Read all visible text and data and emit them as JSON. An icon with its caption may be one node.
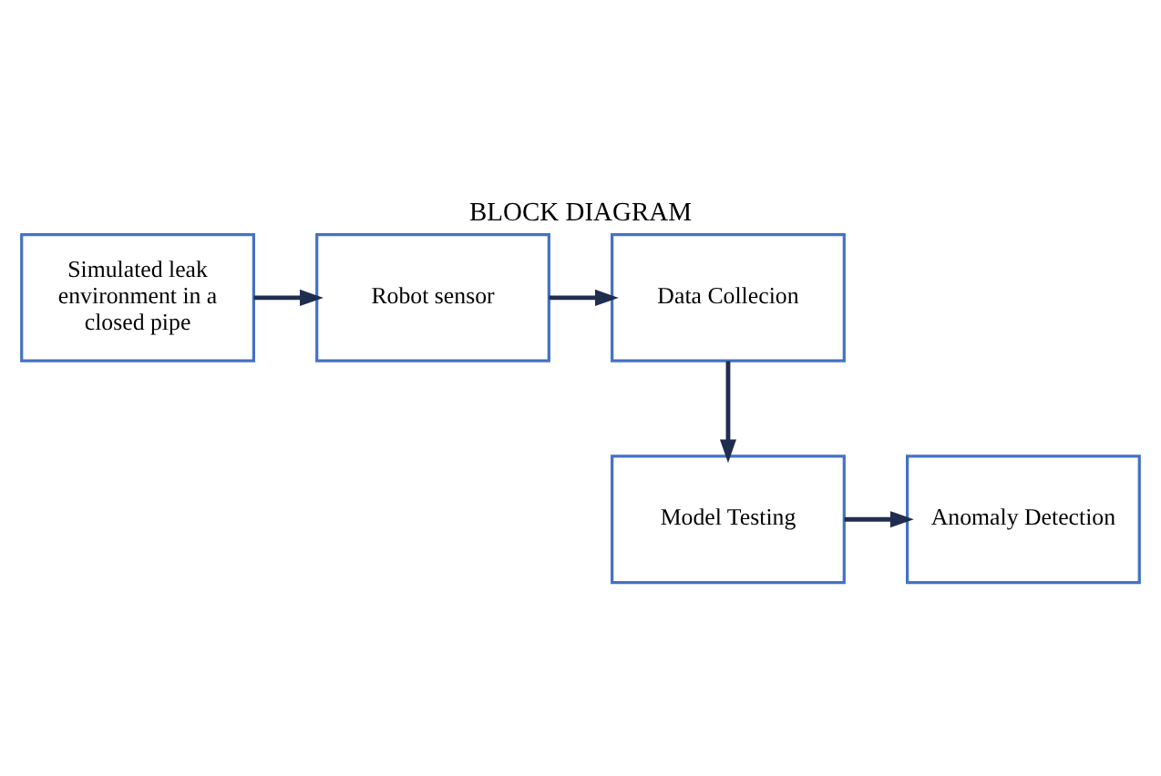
{
  "diagram": {
    "title": "BLOCK DIAGRAM",
    "nodes": [
      {
        "text": [
          "Simulated leak environment in a closed pipe"
        ]
      },
      {
        "text": [
          "Robot sensor"
        ]
      },
      {
        "text": [
          "Data Collecion"
        ]
      },
      {
        "text": [
          "Model Testing"
        ]
      },
      {
        "text": [
          "Anomaly Detection"
        ]
      }
    ],
    "edges": [
      {
        "from": 0,
        "to": 1,
        "arrow": "to"
      },
      {
        "from": 1,
        "to": 2,
        "arrow": "to"
      },
      {
        "from": 2,
        "to": 3,
        "arrow": "to"
      },
      {
        "from": 3,
        "to": 4,
        "arrow": "to"
      }
    ]
  }
}
